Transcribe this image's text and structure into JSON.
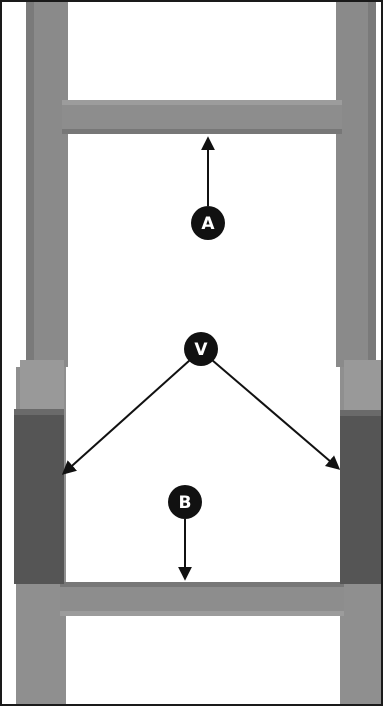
{
  "callouts": {
    "a": {
      "label": "A"
    },
    "v": {
      "label": "V"
    },
    "b": {
      "label": "B"
    }
  },
  "colors": {
    "rail": "#8a8a8a",
    "rail_highlight": "#9a9a9a",
    "rung": "#8d8d8d",
    "bracket": "#555555",
    "callout_fill": "#111111",
    "callout_text": "#ffffff",
    "arrow": "#111111"
  }
}
